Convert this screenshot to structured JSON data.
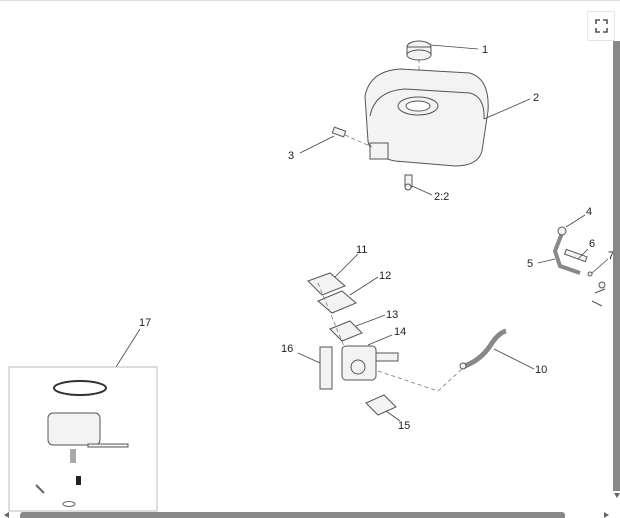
{
  "diagram": {
    "callouts": {
      "c1": "1",
      "c2": "2",
      "c3": "3",
      "c22": "2:2",
      "c4": "4",
      "c5": "5",
      "c6": "6",
      "c7": "7",
      "c10": "10",
      "c11": "11",
      "c12": "12",
      "c13": "13",
      "c14": "14",
      "c15": "15",
      "c16": "16",
      "c17": "17"
    }
  },
  "controls": {
    "fullscreen_icon": "fullscreen-icon"
  }
}
